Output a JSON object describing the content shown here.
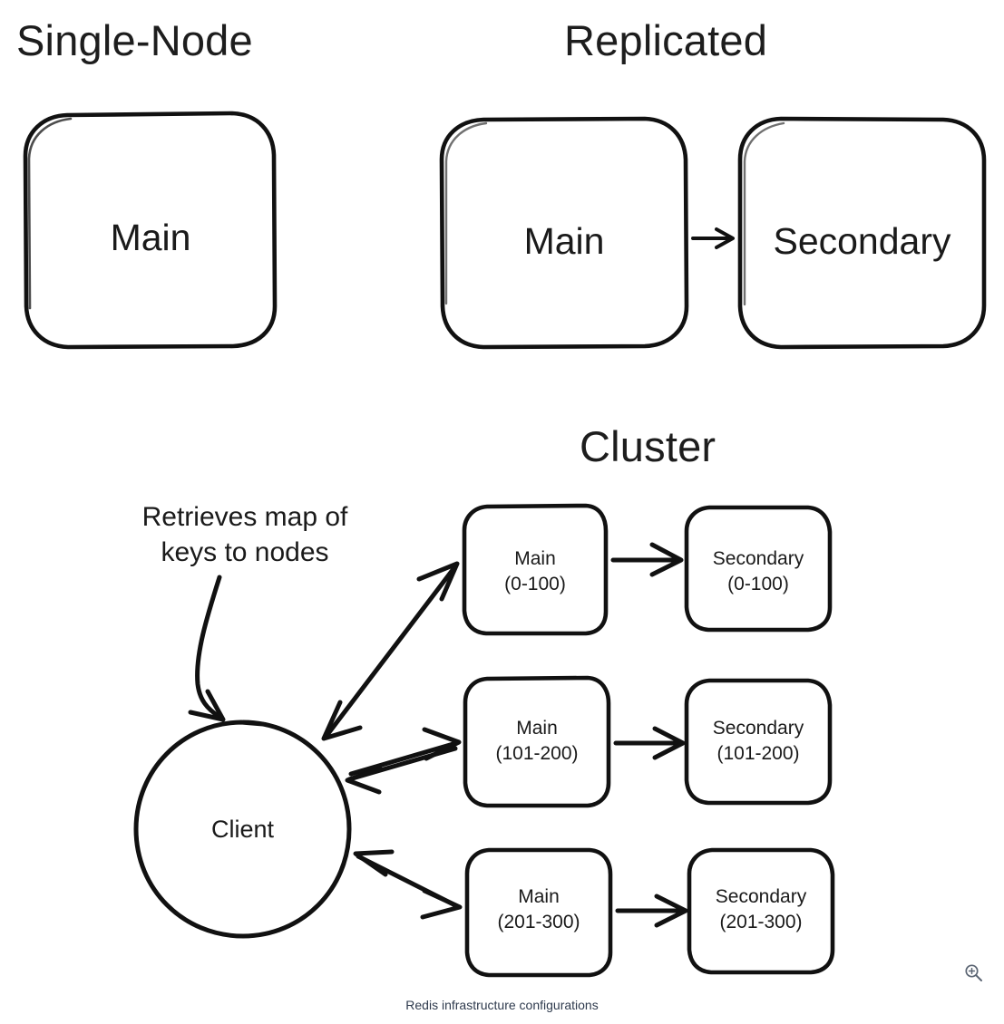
{
  "figure": {
    "caption": "Redis infrastructure configurations",
    "type": "diagram",
    "background_color": "#ffffff",
    "stroke_color": "#111111",
    "text_color": "#1a1a1a",
    "caption_color": "#2e3a4d",
    "icon_color": "#5a6472"
  },
  "sections": {
    "single_node": {
      "title": "Single-Node",
      "nodes": [
        {
          "name": "main",
          "label": "Main"
        }
      ]
    },
    "replicated": {
      "title": "Replicated",
      "nodes": [
        {
          "name": "main",
          "label": "Main"
        },
        {
          "name": "secondary",
          "label": "Secondary"
        }
      ],
      "edges": [
        {
          "from": "Main",
          "to": "Secondary",
          "direction": "one-way"
        }
      ]
    },
    "cluster": {
      "title": "Cluster",
      "client": {
        "label": "Client"
      },
      "annotation": {
        "line1": "Retrieves map of",
        "line2": "keys to nodes",
        "target": "Client",
        "arrow": "curved-one-way"
      },
      "shards": [
        {
          "range": "(0-100)",
          "main_label": "Main",
          "main_range": "(0-100)",
          "secondary_label": "Secondary",
          "secondary_range": "(0-100)",
          "client_edge": "two-way",
          "replication_edge": "one-way"
        },
        {
          "range": "(101-200)",
          "main_label": "Main",
          "main_range": "(101-200)",
          "secondary_label": "Secondary",
          "secondary_range": "(101-200)",
          "client_edge": "two-way",
          "replication_edge": "one-way"
        },
        {
          "range": "(201-300)",
          "main_label": "Main",
          "main_range": "(201-300)",
          "secondary_label": "Secondary",
          "secondary_range": "(201-300)",
          "client_edge": "two-way",
          "replication_edge": "one-way"
        }
      ]
    }
  },
  "controls": {
    "zoom_in": {
      "icon": "zoom-in-magnifier-icon",
      "label": "Zoom in"
    }
  }
}
